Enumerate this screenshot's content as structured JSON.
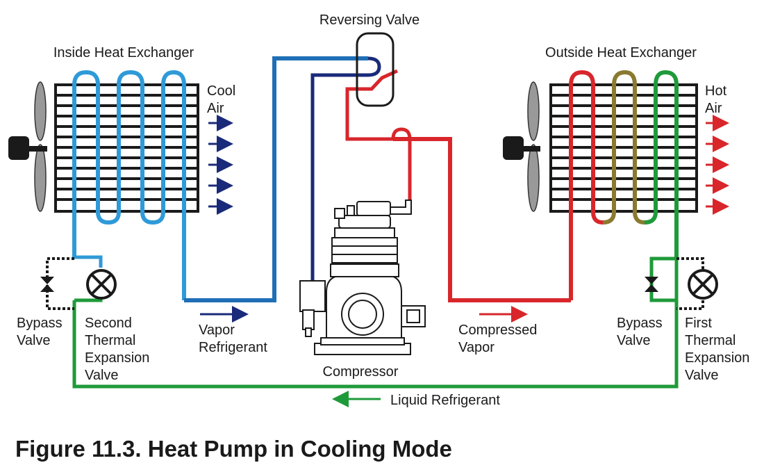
{
  "labels": {
    "reversing_valve": "Reversing Valve",
    "inside_hx": "Inside Heat Exchanger",
    "outside_hx": "Outside Heat Exchanger",
    "cool_air_1": "Cool",
    "cool_air_2": "Air",
    "hot_air_1": "Hot",
    "hot_air_2": "Air",
    "bypass_left_1": "Bypass",
    "bypass_left_2": "Valve",
    "bypass_right_1": "Bypass",
    "bypass_right_2": "Valve",
    "second_tev_1": "Second",
    "second_tev_2": "Thermal",
    "second_tev_3": "Expansion",
    "second_tev_4": "Valve",
    "first_tev_1": "First",
    "first_tev_2": "Thermal",
    "first_tev_3": "Expansion",
    "first_tev_4": "Valve",
    "vapor_ref_1": "Vapor",
    "vapor_ref_2": "Refrigerant",
    "comp_vapor_1": "Compressed",
    "comp_vapor_2": "Vapor",
    "compressor": "Compressor",
    "liquid_ref": "Liquid Refrigerant",
    "caption": "Figure 11.3. Heat Pump in Cooling Mode"
  },
  "colors": {
    "vapor_light": "#2f9ad8",
    "vapor_mid": "#1f6fb6",
    "vapor_dark": "#1a2a7a",
    "hot": "#d8262b",
    "olive": "#8a7a30",
    "green": "#1f9a3a",
    "coil_frame": "#1a1a1a"
  }
}
